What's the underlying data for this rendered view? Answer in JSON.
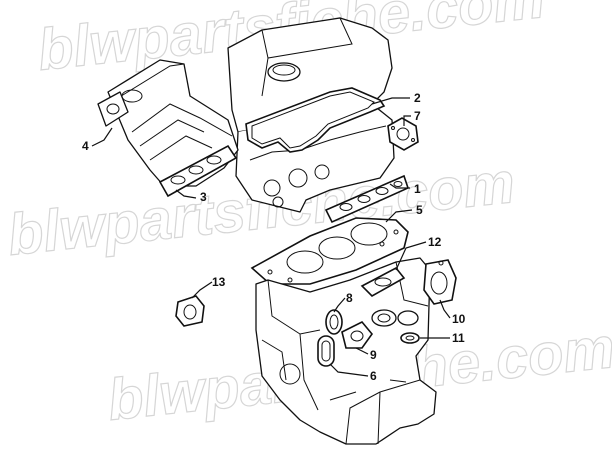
{
  "watermark": {
    "text": "blwpartsfiche.com"
  },
  "callouts": [
    {
      "id": "1",
      "label": "1"
    },
    {
      "id": "2",
      "label": "2"
    },
    {
      "id": "3",
      "label": "3"
    },
    {
      "id": "4",
      "label": "4"
    },
    {
      "id": "5",
      "label": "5"
    },
    {
      "id": "6",
      "label": "6"
    },
    {
      "id": "7",
      "label": "7"
    },
    {
      "id": "8",
      "label": "8"
    },
    {
      "id": "9",
      "label": "9"
    },
    {
      "id": "10",
      "label": "10"
    },
    {
      "id": "11",
      "label": "11"
    },
    {
      "id": "12",
      "label": "12"
    },
    {
      "id": "13",
      "label": "13"
    }
  ]
}
